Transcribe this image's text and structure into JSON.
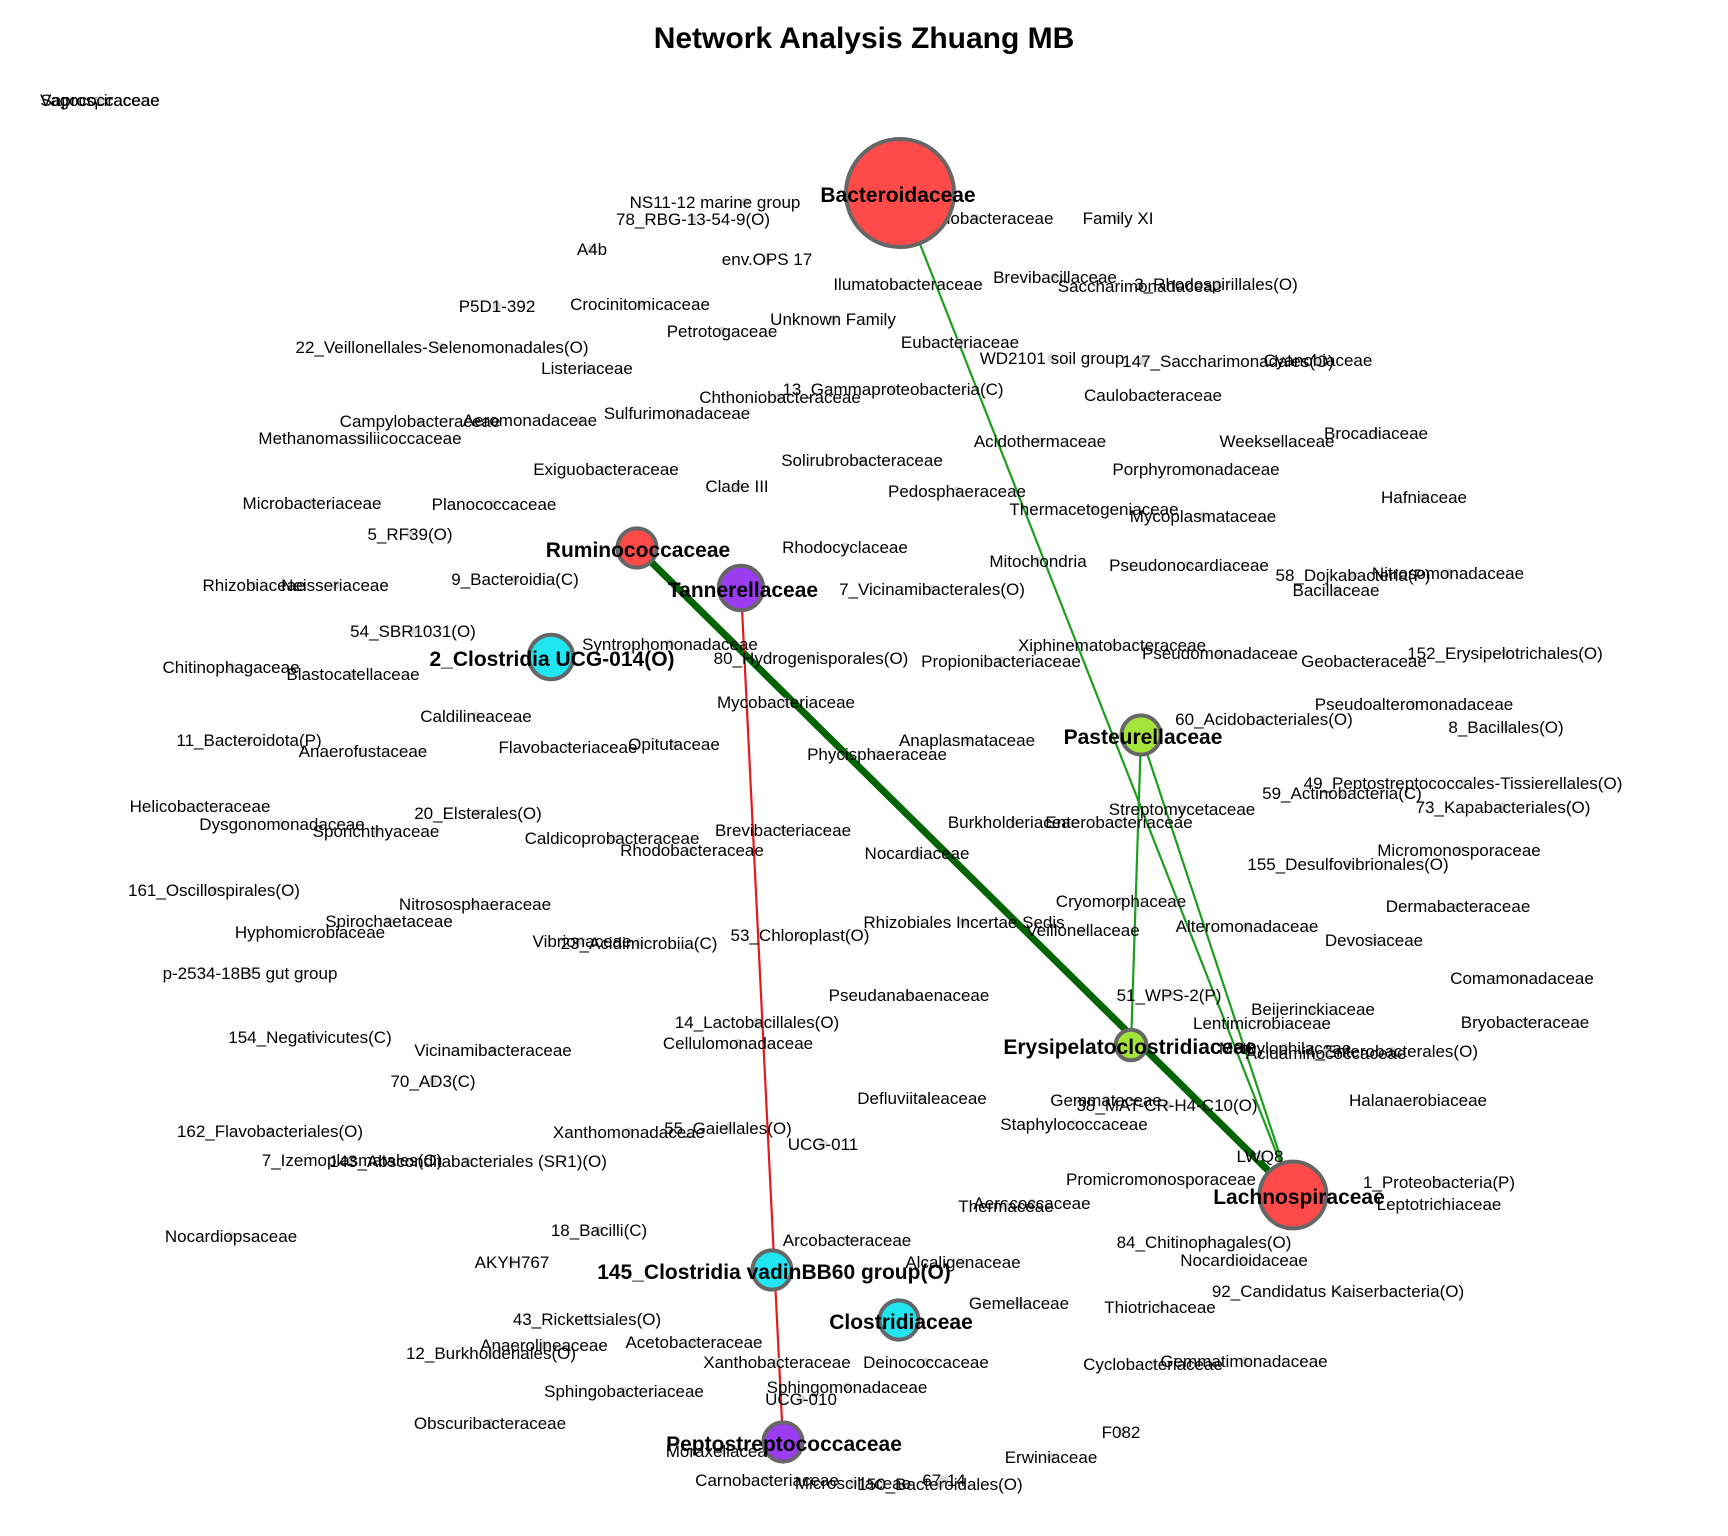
{
  "title": "Network Analysis Zhuang MB",
  "colors": {
    "edge_positive": "#1e9e1e",
    "edge_negative": "#e3191c",
    "edge_strong": "#006400",
    "node_minor": "#d9d9d9",
    "node_outline": "#666666"
  },
  "major_nodes": [
    {
      "id": "bac",
      "label": "Bacteroidaceae",
      "color": "#ff4a4a",
      "size": 5
    },
    {
      "id": "rum",
      "label": "Ruminococcaceae",
      "color": "#ff4a4a",
      "size": 1
    },
    {
      "id": "tan",
      "label": "Tannerellaceae",
      "color": "#9b3cf0",
      "size": 1.3
    },
    {
      "id": "clo2",
      "label": "2_Clostridia UCG-014(O)",
      "color": "#22e5f2",
      "size": 1.3
    },
    {
      "id": "pas",
      "label": "Pasteurellaceae",
      "color": "#a4e33a",
      "size": 1
    },
    {
      "id": "ery",
      "label": "Erysipelatoclostridiaceae",
      "color": "#a4e33a",
      "size": 0.5
    },
    {
      "id": "lac",
      "label": "Lachnospiraceae",
      "color": "#ff4a4a",
      "size": 2.6
    },
    {
      "id": "c145",
      "label": "145_Clostridia vadinBB60 group(O)",
      "color": "#22e5f2",
      "size": 1
    },
    {
      "id": "cld",
      "label": "Clostridiaceae",
      "color": "#22e5f2",
      "size": 1
    },
    {
      "id": "pep",
      "label": "Peptostreptococcaceae",
      "color": "#9b3cf0",
      "size": 1
    }
  ],
  "edges": [
    {
      "source": "bac",
      "target": "lac",
      "sign": "positive",
      "weight": 1
    },
    {
      "source": "pas",
      "target": "ery",
      "sign": "positive",
      "weight": 1
    },
    {
      "source": "pas",
      "target": "lac",
      "sign": "positive",
      "weight": 1
    },
    {
      "source": "rum",
      "target": "lac",
      "sign": "positive",
      "weight": 5
    },
    {
      "source": "tan",
      "target": "pep",
      "sign": "negative",
      "weight": 1
    }
  ],
  "minor_nodes": [
    "NS11-12 marine group",
    "78_RBG-13-54-9(O)",
    "Steroidobacteraceae",
    "Family XI",
    "A4b",
    "env.OPS 17",
    "Ilumatobacteraceae",
    "Brevibacillaceae",
    "Saccharimonadaceae",
    "3_Rhodospirillales(O)",
    "P5D1-392",
    "Crocinitomicaceae",
    "Unknown Family",
    "Petrotogaceae",
    "22_Veillonellales-Selenomonadales(O)",
    "Eubacteriaceae",
    "WD2101 soil group",
    "147_Saccharimonadales(O)",
    "Cyanobiaceae",
    "Listeriaceae",
    "13_Gammaproteobacteria(C)",
    "Chthoniobacteraceae",
    "Caulobacteraceae",
    "Aeromonadaceae",
    "Campylobacteraceae",
    "Sulfurimonadaceae",
    "Methanomassiliicoccaceae",
    "Acidothermaceae",
    "Weeksellaceae",
    "Brocadiaceae",
    "Exiguobacteraceae",
    "Solirubrobacteraceae",
    "Porphyromonadaceae",
    "Clade III",
    "Pedosphaeraceae",
    "Microbacteriaceae",
    "Planococcaceae",
    "Thermacetogeniaceae",
    "Hafniaceae",
    "Mycoplasmataceae",
    "5_RF39(O)",
    "Rhodocyclaceae",
    "Mitochondria",
    "Pseudonocardiaceae",
    "58_Dojkabacteria(P)",
    "Nitrosomonadaceae",
    "Rhizobiaceae",
    "Neisseriaceae",
    "9_Bacteroidia(C)",
    "7_Vicinamibacterales(O)",
    "Bacillaceae",
    "54_SBR1031(O)",
    "Syntrophomonadaceae",
    "Xiphinematobacteraceae",
    "Pseudomonadaceae",
    "152_Erysipelotrichales(O)",
    "Chitinophagaceae",
    "Blastocatellaceae",
    "80_Hydrogenisporales(O)",
    "Propionibacteriaceae",
    "Geobacteraceae",
    "Mycobacteriaceae",
    "Pseudoalteromonadaceae",
    "Caldilineaceae",
    "60_Acidobacteriales(O)",
    "8_Bacillales(O)",
    "11_Bacteroidota(P)",
    "Opitutaceae",
    "Anaplasmataceae",
    "Anaerofustaceae",
    "Flavobacteriaceae",
    "Phycisphaeraceae",
    "49_Peptostreptococcales-Tissierellales(O)",
    "59_Actinobacteria(C)",
    "Helicobacteraceae",
    "20_Elsterales(O)",
    "Streptomycetaceae",
    "73_Kapabacteriales(O)",
    "Dysgonomonadaceae",
    "Burkholderiaceae",
    "Enterobacteriaceae",
    "Sporichthyaceae",
    "Brevibacteriaceae",
    "Caldicoprobacteraceae",
    "Micromonosporaceae",
    "Rhodobacteraceae",
    "Nocardiaceae",
    "155_Desulfovibrionales(O)",
    "161_Oscillospirales(O)",
    "Cryomorphaceae",
    "Dermabacteraceae",
    "Nitrososphaeraceae",
    "Spirochaetaceae",
    "Rhizobiales Incertae Sedis",
    "Alteromonadaceae",
    "Hyphomicrobiaceae",
    "53_Chloroplast(O)",
    "Veillonellaceae",
    "Devosiaceae",
    "Vibrionaceae",
    "23_Acidimicrobiia(C)",
    "p-2534-18B5 gut group",
    "Comamonadaceae",
    "51_WPS-2(P)",
    "Pseudanabaenaceae",
    "Beijerinckiaceae",
    "Vicinamibacteraceae",
    "Lentimicrobiaceae",
    "Bryobacteraceae",
    "154_Negativicutes(C)",
    "14_Lactobacillales(O)",
    "Cellulomonadaceae",
    "4_Enterobacterales(O)",
    "Methylophilaceae",
    "Acidaminococcaceae",
    "Defluviitaleaceae",
    "Halanaerobiaceae",
    "70_AD3(C)",
    "Gemmataceae",
    "38_MAT-CR-H4-C10(O)",
    "162_Flavobacteriales(O)",
    "55_Gaiellales(O)",
    "Xanthomonadaceae",
    "Staphylococcaceae",
    "LWQ8",
    "7_Izemoplasmatales(O)",
    "143_Absconditabacteriales (SR1)(O)",
    "UCG-011",
    "Promicromonosporaceae",
    "Aerococcaceae",
    "1_Proteobacteria(P)",
    "Thermaceae",
    "Leptotrichiaceae",
    "Nocardiopsaceae",
    "18_Bacilli(C)",
    "Arcobacteraceae",
    "84_Chitinophagales(O)",
    "AKYH767",
    "Alcaligenaceae",
    "Nocardioidaceae",
    "43_Rickettsiales(O)",
    "92_Candidatus Kaiserbacteria(O)",
    "Thiotrichaceae",
    "Gemellaceae",
    "Anaerolineaceae",
    "12_Burkholderiales(O)",
    "Acetobacteraceae",
    "Cyclobacteriaceae",
    "Xanthobacteraceae",
    "Deinococcaceae",
    "Gemmatimonadaceae",
    "UCG-010",
    "Sphingomonadaceae",
    "Obscuribacteraceae",
    "F082",
    "Sphingobacteriaceae",
    "Moraxellaceae",
    "Erwiniaceae",
    "Carnobacteriaceae",
    "Microscillaceae",
    "67-14",
    "150_Bacteroidales(O)",
    "Saprospiraceae",
    "Vagococcaceae"
  ]
}
